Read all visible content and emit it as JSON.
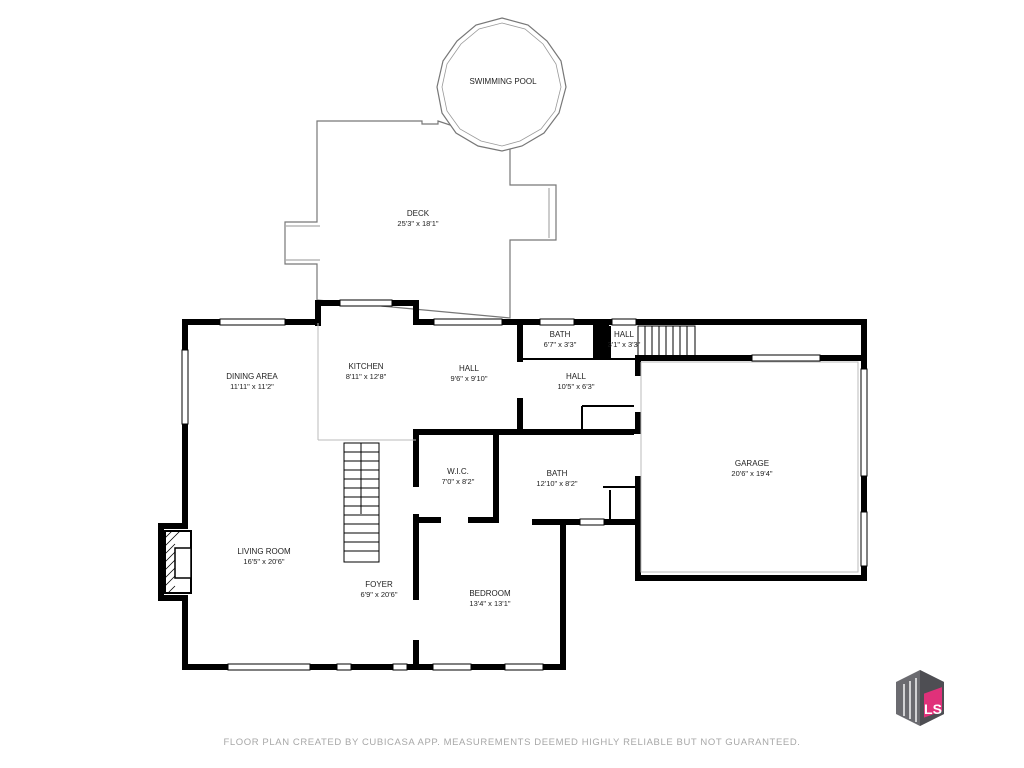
{
  "rooms": [
    {
      "id": "swimming-pool",
      "name": "SWIMMING POOL",
      "dim": ""
    },
    {
      "id": "deck",
      "name": "DECK",
      "dim": "25'3\" x 18'1\""
    },
    {
      "id": "dining-area",
      "name": "DINING AREA",
      "dim": "11'11\" x 11'2\""
    },
    {
      "id": "kitchen",
      "name": "KITCHEN",
      "dim": "8'11\" x 12'8\""
    },
    {
      "id": "hall-main",
      "name": "HALL",
      "dim": "9'6\" x 9'10\""
    },
    {
      "id": "bath-small",
      "name": "BATH",
      "dim": "6'7\" x 3'3\""
    },
    {
      "id": "hall-small",
      "name": "HALL",
      "dim": "3'1\" x 3'3\""
    },
    {
      "id": "hall-mid",
      "name": "HALL",
      "dim": "10'5\" x 6'3\""
    },
    {
      "id": "wic",
      "name": "W.I.C.",
      "dim": "7'0\" x 8'2\""
    },
    {
      "id": "bath-large",
      "name": "BATH",
      "dim": "12'10\" x 8'2\""
    },
    {
      "id": "garage",
      "name": "GARAGE",
      "dim": "20'6\" x 19'4\""
    },
    {
      "id": "living-room",
      "name": "LIVING ROOM",
      "dim": "16'5\" x 20'6\""
    },
    {
      "id": "foyer",
      "name": "FOYER",
      "dim": "6'9\" x 20'6\""
    },
    {
      "id": "bedroom",
      "name": "BEDROOM",
      "dim": "13'4\" x 13'1\""
    }
  ],
  "footer_text": "FLOOR PLAN CREATED BY CUBICASA APP. MEASUREMENTS DEEMED HIGHLY RELIABLE BUT NOT GUARANTEED.",
  "logo": {
    "icon": "ls-brand-logo",
    "text": "LS",
    "colors": {
      "dark": "#5a5a5f",
      "accent": "#e0317a"
    }
  },
  "colors": {
    "wall": "#000000",
    "outline": "#777777",
    "text": "#222222",
    "footer": "#a7a7a7"
  }
}
